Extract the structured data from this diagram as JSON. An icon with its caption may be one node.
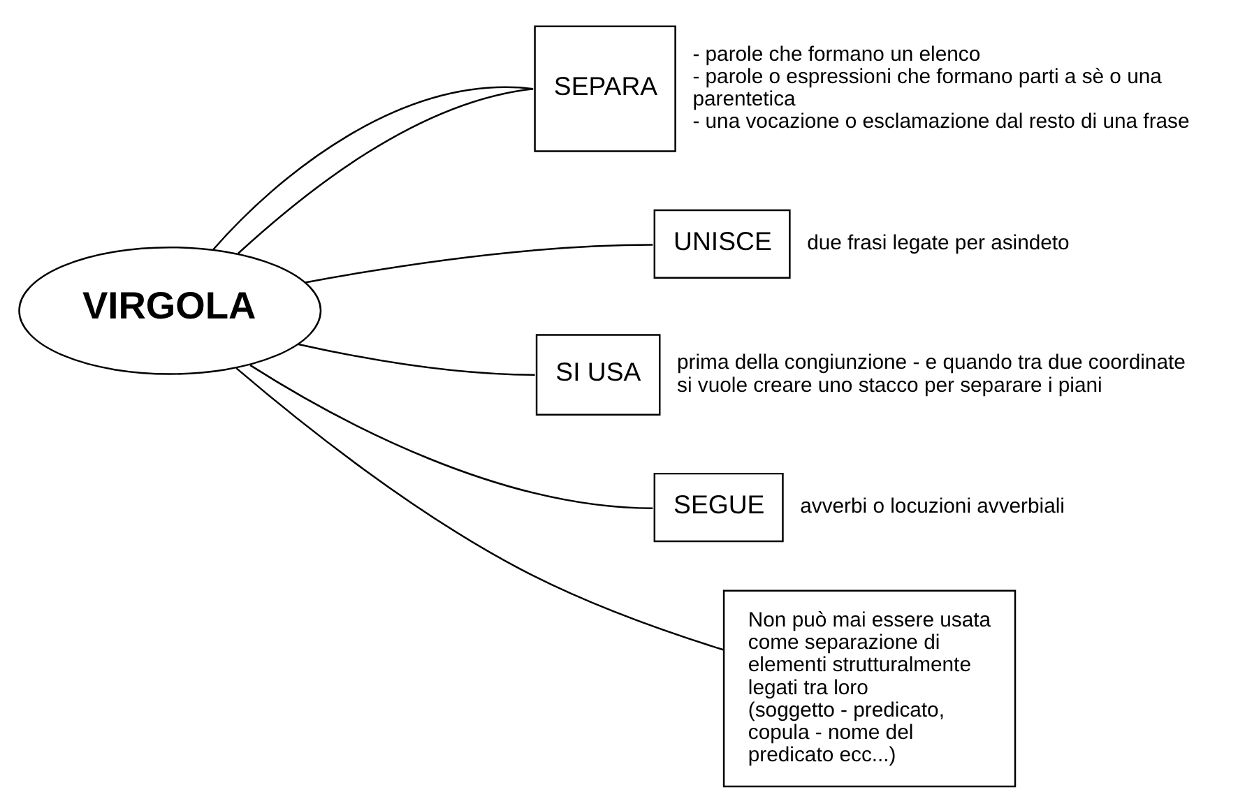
{
  "diagram": {
    "nodes": [
      {
        "text": [
          "VIRGOLA"
        ]
      },
      {
        "text": [
          "SEPARA"
        ],
        "beside": [
          "- parole che formano un elenco",
          "- parole o espressioni che formano parti a sè o una parentetica",
          "- una vocazione o esclamazione dal resto di una frase"
        ]
      },
      {
        "text": [
          "UNISCE"
        ],
        "beside": [
          "due frasi legate per asindeto"
        ]
      },
      {
        "text": [
          "SI USA"
        ],
        "beside": [
          "prima della congiunzione - e quando tra due coordinate si vuole creare uno stacco per separare i piani"
        ]
      },
      {
        "text": [
          "SEGUE"
        ],
        "beside": [
          "avverbi o locuzioni avverbiali"
        ]
      },
      {
        "text": [
          "Non può mai essere usata come separazione di elementi strutturalmente legati tra loro (soggetto - predicato, copula - nome del predicato ecc...)"
        ]
      }
    ],
    "edges": [
      {
        "from": 0,
        "to": 1,
        "arrow": "none"
      },
      {
        "from": 0,
        "to": 1,
        "arrow": "none"
      },
      {
        "from": 0,
        "to": 2,
        "arrow": "none"
      },
      {
        "from": 0,
        "to": 3,
        "arrow": "none"
      },
      {
        "from": 0,
        "to": 4,
        "arrow": "none"
      },
      {
        "from": 0,
        "to": 5,
        "arrow": "none"
      }
    ]
  }
}
